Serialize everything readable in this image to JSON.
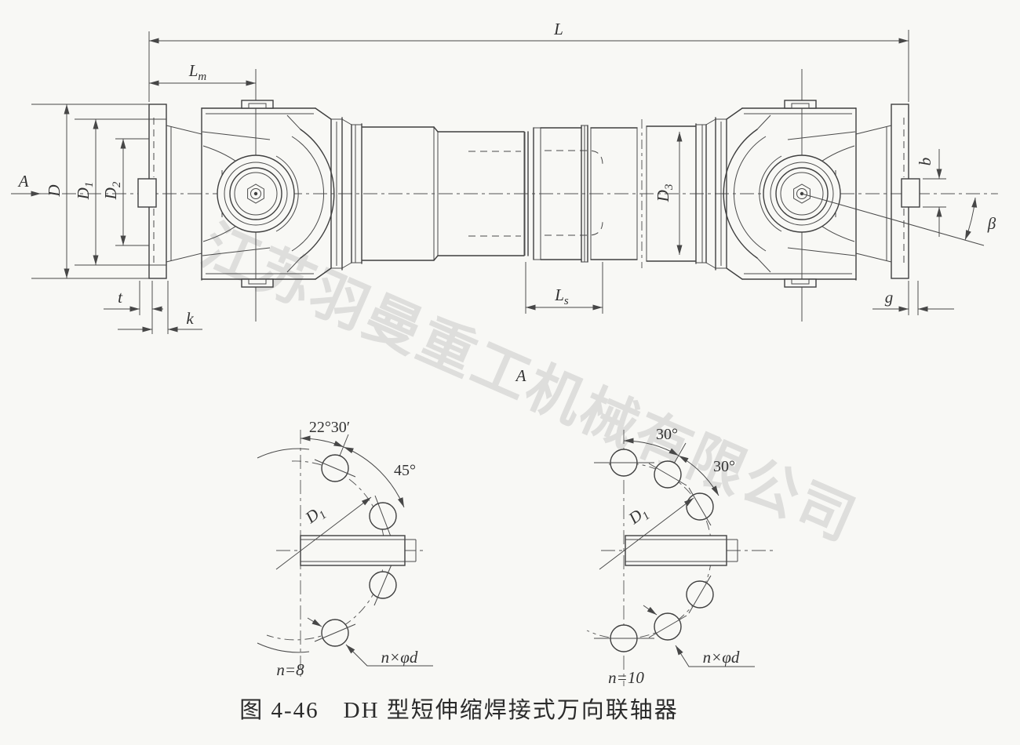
{
  "figure": {
    "caption": "图 4-46　DH 型短伸缩焊接式万向联轴器"
  },
  "watermark": {
    "text": "江苏羽曼重工机械有限公司",
    "color": "#c9c9c9"
  },
  "main_view": {
    "section_arrow_label": "A",
    "section_view_label": "A",
    "dims": {
      "total_length": "L",
      "lm": {
        "main": "L",
        "sub": "m"
      },
      "ls": {
        "main": "L",
        "sub": "s"
      },
      "d": "D",
      "d1": {
        "main": "D",
        "sub": "1"
      },
      "d2": {
        "main": "D",
        "sub": "2"
      },
      "d3": {
        "main": "D",
        "sub": "3"
      },
      "t": "t",
      "k": "k",
      "g": "g",
      "b": "b",
      "beta": "β"
    }
  },
  "bolt_patterns": {
    "left": {
      "angle1": "22°30′",
      "angle2": "45°",
      "bolt_circle": {
        "main": "D",
        "sub": "1"
      },
      "count": "n=8",
      "hole_spec": "n×φd"
    },
    "right": {
      "angle1": "30°",
      "angle2": "30°",
      "bolt_circle": {
        "main": "D",
        "sub": "1"
      },
      "count": "n=10",
      "hole_spec": "n×φd"
    }
  },
  "colors": {
    "line": "#3f3f3f",
    "background": "#f8f8f5",
    "watermark": "#c9c9c9"
  }
}
